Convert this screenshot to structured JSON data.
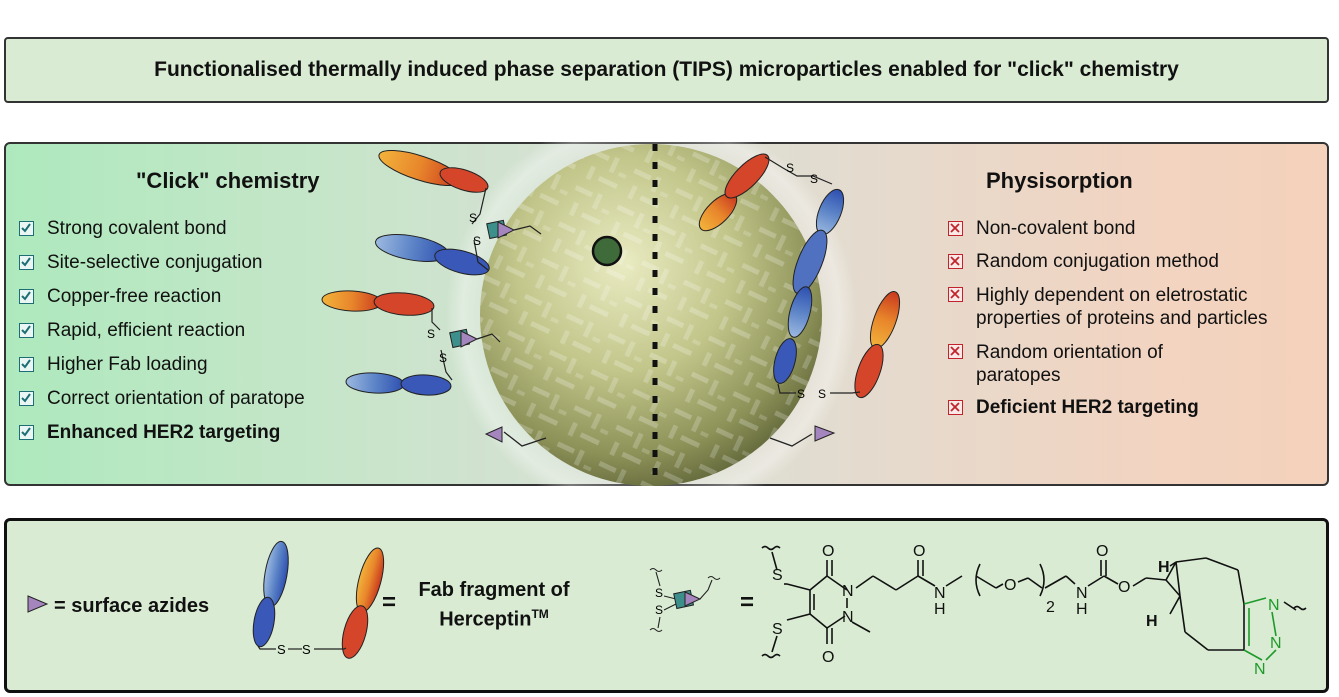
{
  "title": "Functionalised thermally induced phase separation (TIPS) microparticles enabled for \"click\" chemistry",
  "left_panel": {
    "heading": "\"Click\" chemistry",
    "items": [
      "Strong covalent bond",
      "Site-selective conjugation",
      "Copper-free reaction",
      "Rapid, efficient reaction",
      "Higher Fab loading",
      "Correct orientation of paratope",
      "Enhanced HER2 targeting"
    ]
  },
  "right_panel": {
    "heading": "Physisorption",
    "items": [
      "Non-covalent bond",
      "Random conjugation method",
      "Highly dependent on eletrostatic properties of proteins and particles",
      "Random orientation of paratopes",
      "Deficient HER2 targeting"
    ]
  },
  "legend": {
    "azide_label": "= surface azides",
    "equals": "=",
    "fab_line1": "Fab fragment of",
    "fab_line2": "Herceptin",
    "fab_tm": "TM"
  },
  "structure_labels": {
    "sulfur": "S",
    "oxygen": "O",
    "nitrogen": "N",
    "amide_nh": "N",
    "hydrogen": "H",
    "peg_repeat": "2"
  },
  "colors": {
    "panel_green": "#d9ecd3",
    "check_teal": "#1d6e74",
    "cross_red": "#c0242a",
    "triazole_green": "#1e9a2a",
    "azide_purple": "#9a7ab0"
  }
}
